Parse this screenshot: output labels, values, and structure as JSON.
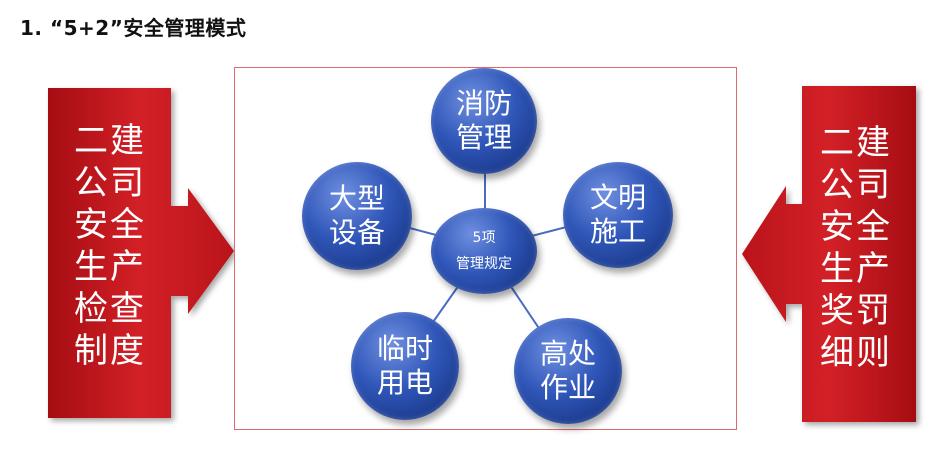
{
  "title": "1. “5+2”安全管理模式",
  "left_panel": {
    "text": "二建\n公司\n安全\n生产\n检查\n制度"
  },
  "right_panel": {
    "text": "二建\n公司\n安全\n生产\n奖罚\n细则"
  },
  "hub": {
    "text": "5项\n管理规定"
  },
  "nodes": {
    "top": "消防\n管理",
    "upper_left": "大型\n设备",
    "upper_right": "文明\n施工",
    "lower_left": "临时\n用电",
    "lower_right": "高处\n作业"
  },
  "colors": {
    "arrow_red": "#c0161c",
    "node_blue": "#2f56b8",
    "box_border": "#e06a6a"
  }
}
